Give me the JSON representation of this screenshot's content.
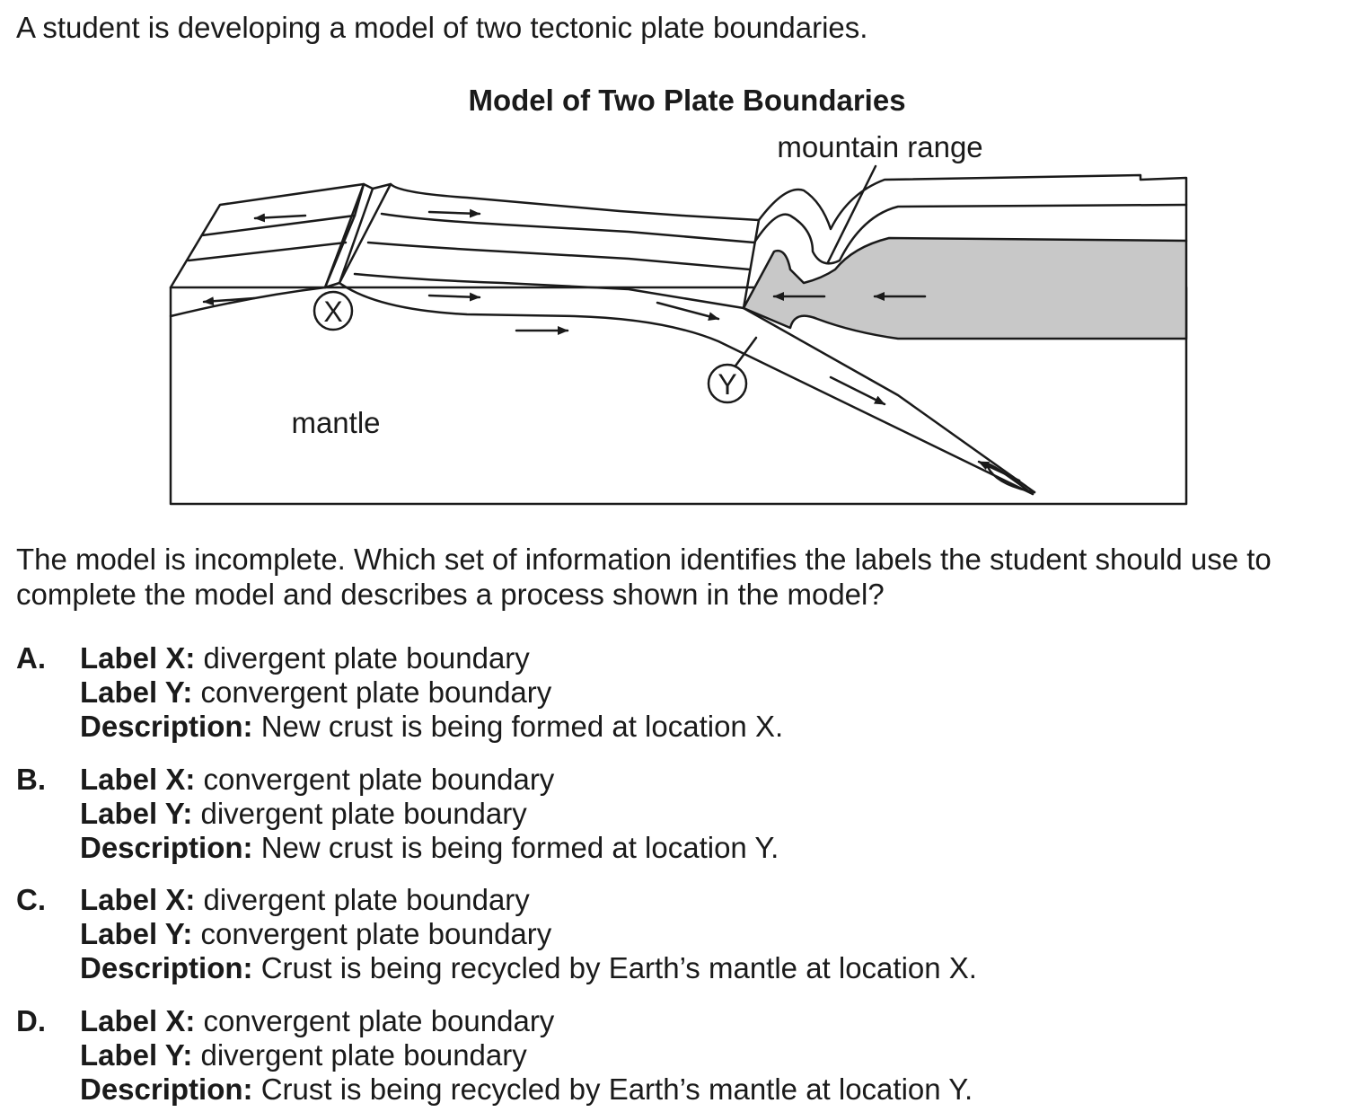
{
  "intro": "A student is developing a model of two tectonic plate boundaries.",
  "figure": {
    "title": "Model of Two Plate Boundaries",
    "labels": {
      "mountain_range": "mountain range",
      "mantle": "mantle",
      "marker_x": "X",
      "marker_y": "Y"
    }
  },
  "question": "The model is incomplete. Which set of information identifies the labels the student should use to complete the model and describes a process shown in the model?",
  "choices": [
    {
      "letter": "A.",
      "label_x_key": "Label X:",
      "label_x": " divergent plate boundary",
      "label_y_key": "Label Y:",
      "label_y": " convergent plate boundary",
      "desc_key": "Description:",
      "desc": " New crust is being formed at location X."
    },
    {
      "letter": "B.",
      "label_x_key": "Label X:",
      "label_x": " convergent plate boundary",
      "label_y_key": "Label Y:",
      "label_y": " divergent plate boundary",
      "desc_key": "Description:",
      "desc": " New crust is being formed at location Y."
    },
    {
      "letter": "C.",
      "label_x_key": "Label X:",
      "label_x": " divergent plate boundary",
      "label_y_key": "Label Y:",
      "label_y": " convergent plate boundary",
      "desc_key": "Description:",
      "desc": " Crust is being recycled by Earth’s mantle at location X."
    },
    {
      "letter": "D.",
      "label_x_key": "Label X:",
      "label_x": " convergent plate boundary",
      "label_y_key": "Label Y:",
      "label_y": " divergent plate boundary",
      "desc_key": "Description:",
      "desc": " Crust is being recycled by Earth’s mantle at location Y."
    }
  ]
}
